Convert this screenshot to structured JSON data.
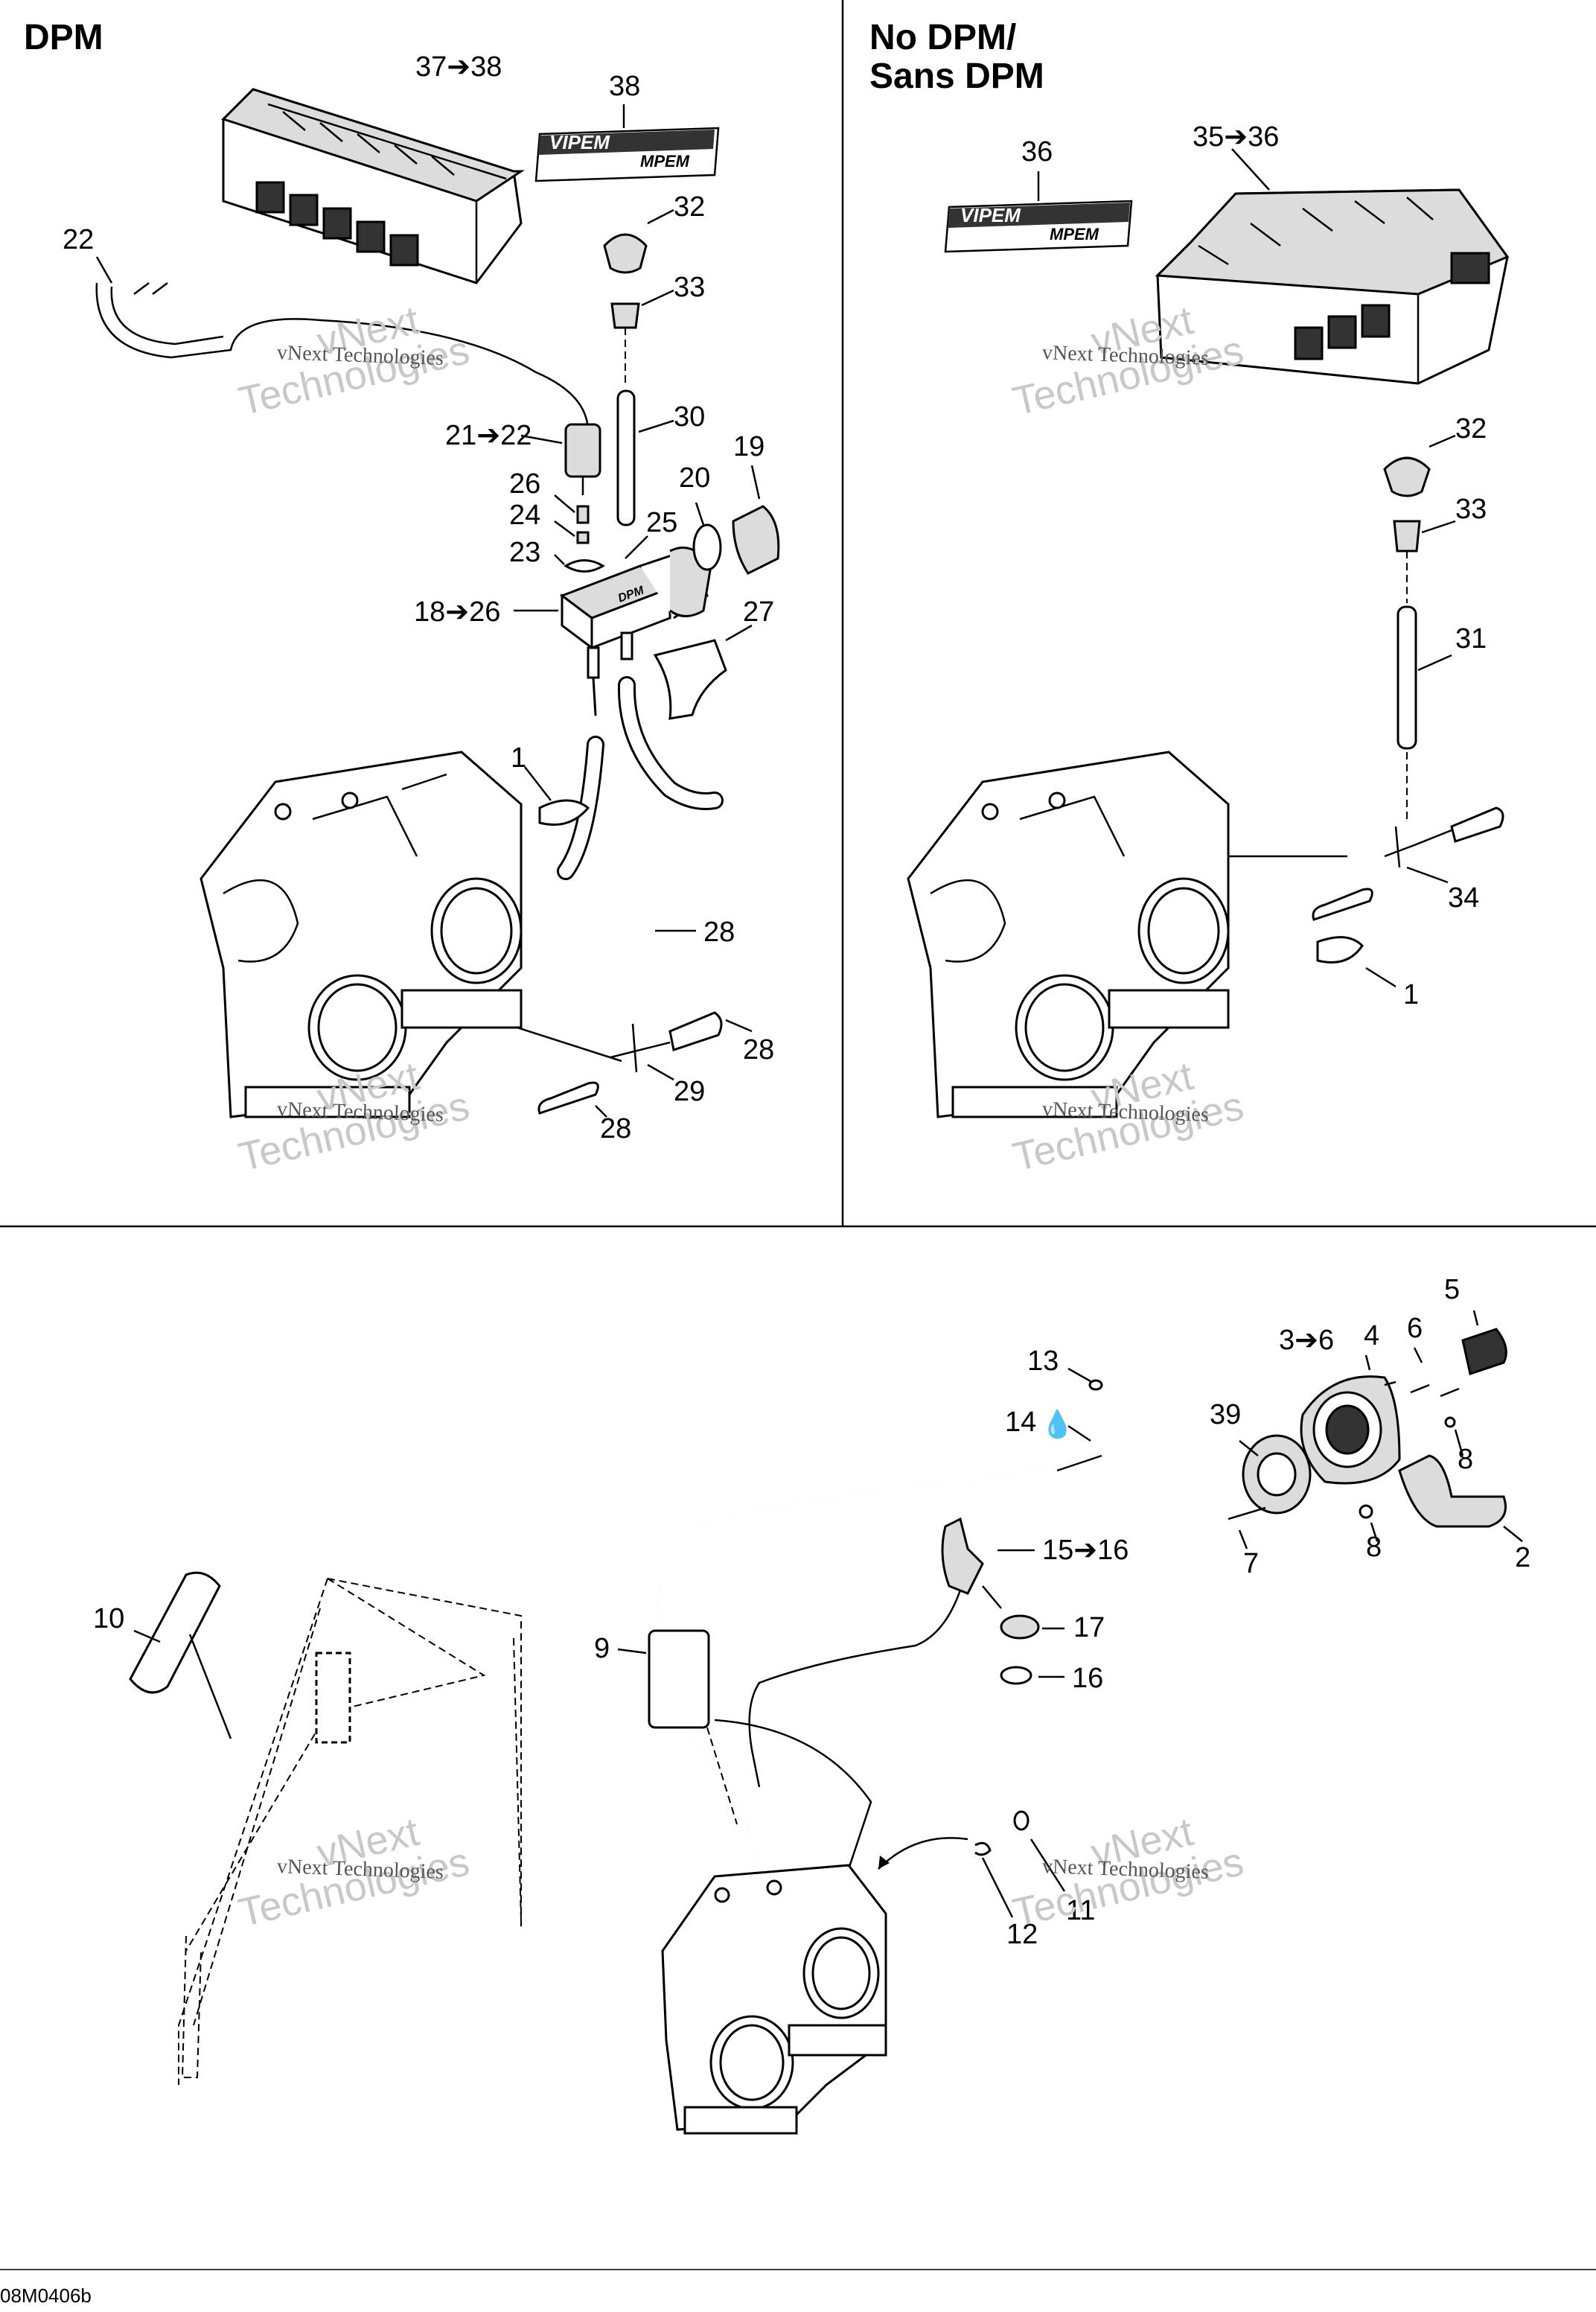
{
  "panels": {
    "dpm": {
      "title": "DPM"
    },
    "nodpm": {
      "title_line1": "No DPM/",
      "title_line2": "Sans DPM"
    }
  },
  "callouts": {
    "dpm": {
      "c37_38": "37➔38",
      "c38": "38",
      "c32": "32",
      "c33": "33",
      "c22": "22",
      "c30": "30",
      "c21_22": "21➔22",
      "c19": "19",
      "c26": "26",
      "c20": "20",
      "c24": "24",
      "c25": "25",
      "c23": "23",
      "c18_26": "18➔26",
      "c27": "27",
      "c1": "1",
      "c28a": "28",
      "c28b": "28",
      "c29": "29",
      "c28c": "28"
    },
    "nodpm": {
      "c36": "36",
      "c35_36": "35➔36",
      "c32": "32",
      "c33": "33",
      "c31": "31",
      "c34": "34",
      "c1": "1"
    },
    "bottom": {
      "c5": "5",
      "c3_6": "3➔6",
      "c4": "4",
      "c6": "6",
      "c13": "13",
      "c39": "39",
      "c14": "14",
      "c8a": "8",
      "c8b": "8",
      "c2": "2",
      "c7": "7",
      "c15_16": "15➔16",
      "c10": "10",
      "c17": "17",
      "c9": "9",
      "c16": "16",
      "c12": "12",
      "c11": "11"
    }
  },
  "labels": {
    "vipem": "VIPEM",
    "mpem": "MPEM",
    "dpm_part": "DPM"
  },
  "watermark": {
    "line1": "vNext Technologies",
    "big": "vNext",
    "big2": "Technologies"
  },
  "footer": {
    "code": "08M0406b"
  }
}
